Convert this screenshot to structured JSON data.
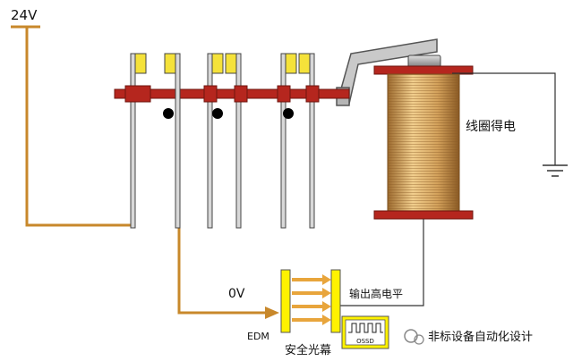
{
  "labels": {
    "supply": "24V",
    "ground": "0V",
    "coil": "线圈得电",
    "output_high": "输出高电平",
    "edm": "EDM",
    "light_curtain": "安全光幕",
    "ossd": "OSSD",
    "watermark": "非标设备自动化设计"
  },
  "colors": {
    "wire": "#c8882b",
    "rod": "#b5261e",
    "contact_yellow": "#f5e23a",
    "panel_yellow": "#fff200",
    "coil_copper": "#d9a862",
    "arrow": "#e8a53c"
  }
}
